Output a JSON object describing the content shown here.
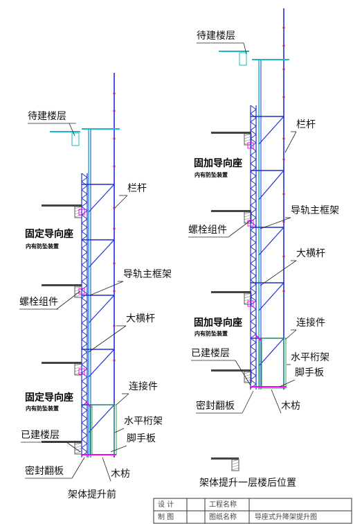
{
  "before": {
    "labels": {
      "floor_to_build": "待建楼层",
      "railing": "栏杆",
      "fixed_guide_seat": "固定导向座",
      "anti_fall_device": "内有防坠装置",
      "bolt_assembly": "螺栓组件",
      "guide_rail_main_frame": "导轨主框架",
      "large_crossbar": "大横杆",
      "connector": "连接件",
      "horizontal_truss": "水平桁架",
      "scaffold_board": "脚手板",
      "built_floor": "已建楼层",
      "sealing_flap": "密封翻板",
      "timber": "木枋"
    },
    "caption": "架体提升前"
  },
  "after": {
    "labels": {
      "floor_to_build": "待建楼层",
      "railing": "栏杆",
      "fixed_guide_seat_1": "固加导向座",
      "anti_fall_device_1": "内有防坠装置",
      "guide_rail_main_frame": "导轨主框架",
      "bolt_assembly": "螺栓组件",
      "large_crossbar": "大横杆",
      "fixed_guide_seat_2": "固加导向座",
      "anti_fall_device_2": "内有防坠装置",
      "connector": "连接件",
      "built_floor": "已建楼层",
      "horizontal_truss": "水平桁架",
      "scaffold_board": "脚手板",
      "sealing_flap": "密封翻板",
      "timber": "木枋"
    },
    "caption": "架体提升一层楼后位置"
  },
  "title_block": {
    "design": "设 计",
    "project_name": "工程名称",
    "drawing": "制 图",
    "drawing_name": "图纸名称",
    "drawing_title": "导座式升降架提升图"
  },
  "colors": {
    "frame_blue": "#1c2fd6",
    "rail_cyan": "#1fb6c4",
    "connector_magenta": "#ff00ff",
    "truss_green": "#2aa84a",
    "slab_gray": "#444444"
  }
}
